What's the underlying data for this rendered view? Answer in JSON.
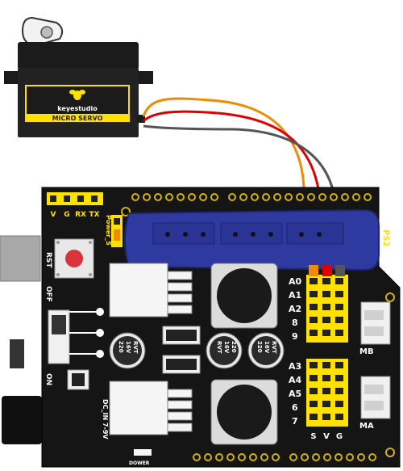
{
  "servo": {
    "brand": "keyestudio",
    "model": "MICRO SERVO"
  },
  "board": {
    "serial_pins": [
      "V",
      "G",
      "RX",
      "TX"
    ],
    "power_label": "Power_S",
    "rst_label": "RST",
    "off_label": "OFF",
    "on_label": "ON",
    "ps2_label": "PS2",
    "dc_in_label": "DC_IN 7-9V",
    "power_led_label": "DOWER",
    "pin_rows_top": [
      "A0",
      "A1",
      "A2",
      "8",
      "9"
    ],
    "pin_rows_bottom": [
      "A3",
      "A4",
      "A5",
      "6",
      "7"
    ],
    "pin_cols": [
      "S",
      "V",
      "G"
    ],
    "motor_b": "MB",
    "motor_a": "MA",
    "capacitors": [
      {
        "lines": [
          "220",
          "16V",
          "RVT"
        ]
      },
      {
        "lines": [
          "220",
          "16V",
          "RVT"
        ]
      },
      {
        "lines": [
          "220",
          "16V",
          "RVT"
        ]
      }
    ]
  },
  "colors": {
    "pcb": "#151515",
    "header_yellow": "#ffe100",
    "wire_signal": "#f08a00",
    "wire_power": "#e00000",
    "wire_ground": "#555555",
    "ps2_socket": "#2f3aa0"
  }
}
